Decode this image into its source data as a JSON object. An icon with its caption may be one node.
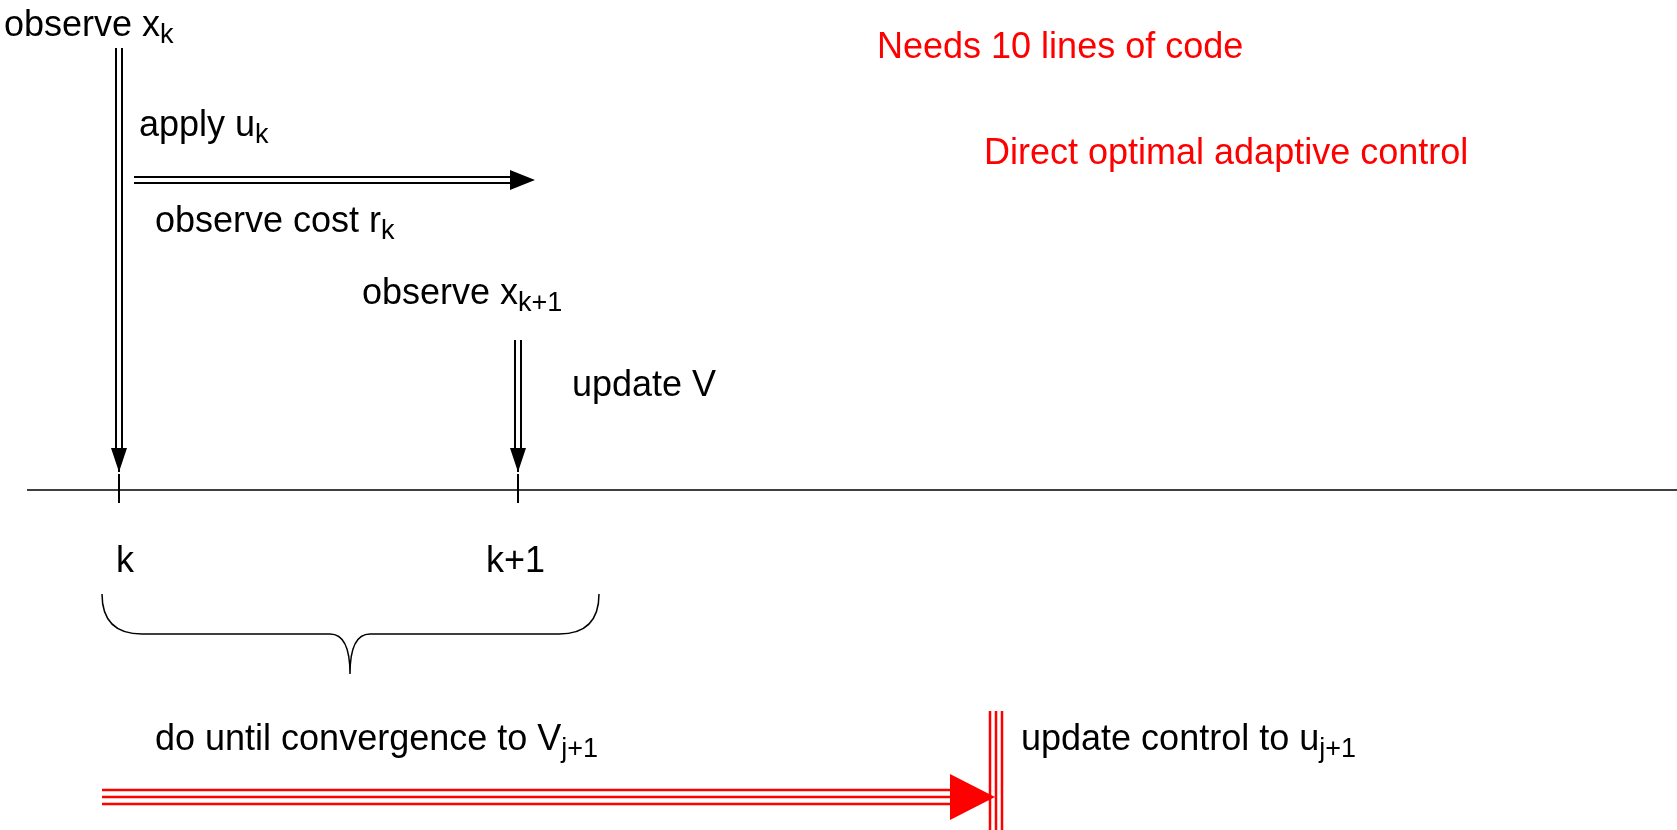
{
  "diagram": {
    "nodes": [
      {
        "text": [
          "observe x$_{k}$"
        ]
      },
      {
        "text": [
          "observe x$_{k+1}$"
        ]
      },
      {
        "text": [],
        "shape": "bar"
      },
      {
        "text": [],
        "shape": "bar"
      }
    ],
    "edges": [
      {
        "from": 0,
        "to": 2,
        "arrow": "to"
      },
      {
        "from": 1,
        "to": 3,
        "arrow": "to"
      }
    ],
    "labels": [
      "Needs 10 lines of code",
      "Direct optimal adaptive control",
      "apply u$_{k}$",
      "observe cost r$_{k}$",
      "update V",
      "k",
      "k+1",
      "do until convergence to V$_{j+1}$",
      "update control to u$_{j+1}$"
    ]
  }
}
